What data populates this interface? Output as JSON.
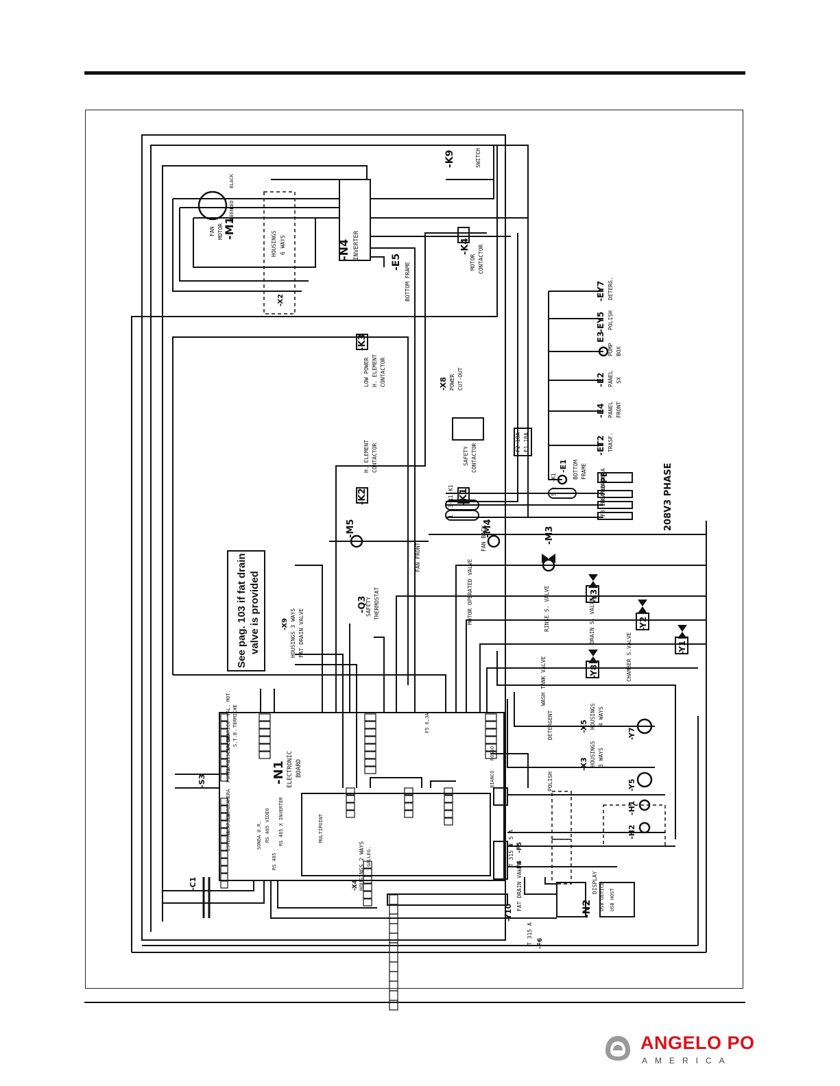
{
  "brand": {
    "name": "ANGELO PO",
    "sub": "AMERICA",
    "color": "#d7141a"
  },
  "note": {
    "line1": "See pag. 103 if fat drain",
    "line2": "valve is provided"
  },
  "power": {
    "phase": "208V3 PHASE",
    "pe": "PE"
  },
  "components": {
    "k9": {
      "tag": "-K9",
      "desc": "SWITCH"
    },
    "m1": {
      "tag": "-M1",
      "desc1": "FAN",
      "desc2": "MOTOR"
    },
    "x2": {
      "tag": "-X2",
      "desc1": "HOUSINGS",
      "desc2": "6 WAYS"
    },
    "n4": {
      "tag": "-N4",
      "desc": "INVERTER"
    },
    "e5": {
      "tag": "-E5",
      "desc": "BOTTOM FRAME"
    },
    "k4": {
      "tag": "-K4",
      "desc1": "MOTOR",
      "desc2": "CONTACTOR"
    },
    "k3": {
      "tag": "-K3",
      "desc1": "LOW POWER",
      "desc2": "H. ELEMENT",
      "desc3": "CONTACTOR"
    },
    "x8": {
      "tag": "-X8",
      "desc1": "POWER",
      "desc2": "CUT-OUT"
    },
    "k2": {
      "tag": "-K2",
      "desc1": "H. ELEMENT",
      "desc2": "CONTACTOR"
    },
    "k1": {
      "tag": "-K1",
      "desc1": "SAFETY",
      "desc2": "CONTACTOR"
    },
    "m5": {
      "tag": "-M5",
      "desc": "FAN FRONT"
    },
    "m4": {
      "tag": "-M4",
      "desc": "FAN BACK"
    },
    "m3": {
      "tag": "-M3",
      "desc": "MOTOR OPERATED VALVE"
    },
    "y3": {
      "tag": "-Y3",
      "desc": "RINSE S. VALVE"
    },
    "y2": {
      "tag": "-Y2",
      "desc": "DRAIN S. VALVE"
    },
    "y1": {
      "tag": "-Y1",
      "desc": "CHAMBER S.VALVE"
    },
    "y8": {
      "tag": "-Y8",
      "desc": "WASH TANK VALVE"
    },
    "x9": {
      "tag": "-X9",
      "desc1": "HOUSINGS 3 WAYS",
      "desc2": "FAT DRAIN VALVE"
    },
    "q3": {
      "tag": "-Q3",
      "desc1": "SAFETY",
      "desc2": "THERMOSTAT"
    },
    "n1": {
      "tag": "-N1",
      "desc1": "ELECTRONIC",
      "desc2": "BOARD"
    },
    "x5": {
      "tag": "-X5",
      "desc1": "HOUSINGS",
      "desc2": "4 WAYS"
    },
    "x3": {
      "tag": "-X3",
      "desc1": "HOUSINGS",
      "desc2": "3 WAYS"
    },
    "y7": {
      "tag": "-Y7",
      "desc": "DETERGENT"
    },
    "y5": {
      "tag": "-Y5",
      "desc": "POLISH"
    },
    "h1": {
      "tag": "-H1"
    },
    "h2": {
      "tag": "-H2"
    },
    "n2": {
      "tag": "-N2",
      "desc": "DISPLAY"
    },
    "c1": {
      "tag": "-C1"
    },
    "s3": {
      "tag": "-S3"
    },
    "x4": {
      "tag": "-X4",
      "desc": "HOUSINGS 2 WAYS"
    },
    "y10": {
      "tag": "-Y10",
      "desc": "FAT DRAIN VALVE"
    },
    "f6": {
      "tag": "-F6",
      "rating": "T 315 A"
    },
    "f5": {
      "tag": "-F5",
      "rating": "F 5 A"
    },
    "f4": {
      "tag": "-F4",
      "rating": "T 315 A"
    },
    "ey7": {
      "tag": "-EY7",
      "desc": "DETERG."
    },
    "ey5": {
      "tag": "-EY5",
      "desc": "POLISH"
    },
    "e3": {
      "tag": "E3",
      "desc1": "PUMP",
      "desc2": "BOX"
    },
    "e2": {
      "tag": "-E2",
      "desc1": "PANEL",
      "desc2": "SX"
    },
    "e4": {
      "tag": "-E4",
      "desc1": "PANEL",
      "desc2": "FRONT"
    },
    "et2": {
      "tag": "-ET2",
      "desc": "TRASF."
    },
    "e1": {
      "tag": "-E1",
      "desc1": "BOTTOM",
      "desc2": "FRAME"
    }
  },
  "fuses": {
    "f1": "F1 10A",
    "f2": "F2 10A",
    "f8": "F8-100A",
    "f9": "F9-100A",
    "f10": "F10-100A"
  },
  "fuse_refs": {
    "r1": "1 : -K1",
    "r3": "3 : -K1",
    "r5": "5 : -K1"
  },
  "board_labels": {
    "termiche": "TERMICHE",
    "stb": "S.T.B.",
    "valmot": "VAL. MOT.",
    "scarico": "SCARICO",
    "camera": "CAMERA",
    "risciacquo": "RISCIACQUO",
    "micro": "MICRO",
    "porta": "PORTA",
    "camera2": "CAMERA",
    "cuore": "CUORE",
    "scarico2": "SCARICO",
    "esterna": "ESTERNA",
    "multipoint": "MULTIPOINT",
    "galleg": "GALLEG.",
    "fs": "F5 6,3A",
    "sonda": "SONDA U.R.",
    "rs485video": "RS 485 VIDEO",
    "rs485": "RS 485",
    "rs485inv": "RS 485 X INVERTER"
  },
  "wire_colors": {
    "black": "BLACK",
    "red": "RED",
    "green": "GREEN",
    "bianco": "BIANCO",
    "rosso": "ROSSO"
  },
  "usb": {
    "device": "USB DEVICE",
    "host": "USB HOST"
  }
}
